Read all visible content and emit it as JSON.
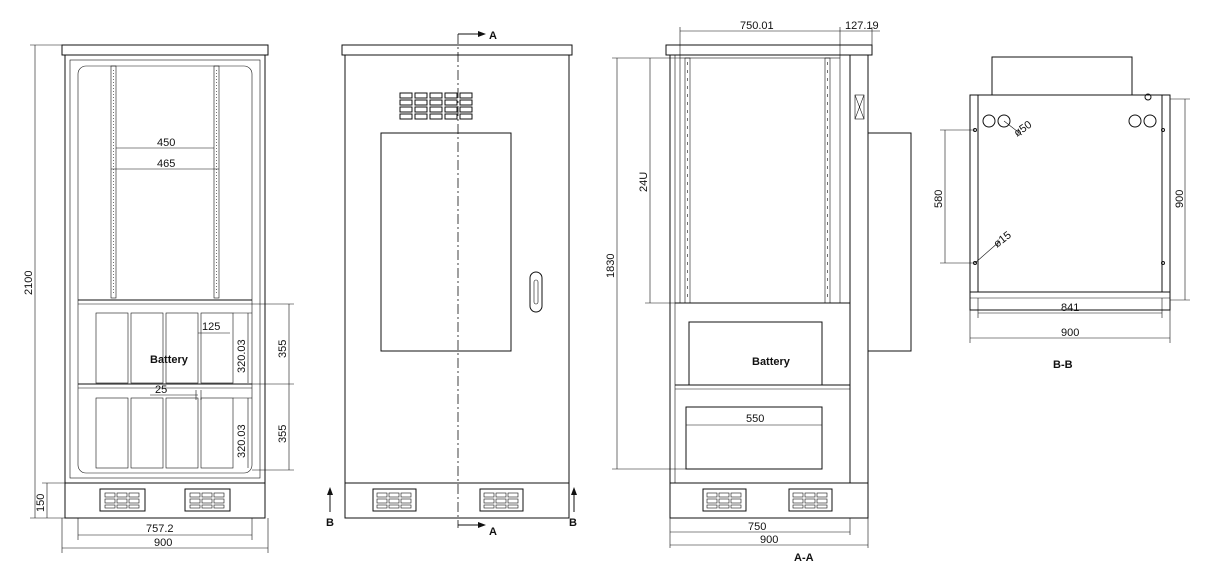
{
  "front_view": {
    "overall_height": "2100",
    "plinth_height": "150",
    "rail_spacing_inner": "450",
    "rail_spacing_outer": "465",
    "shelf_height_upper": "355",
    "shelf_height_lower": "355",
    "battery_height_upper": "320.03",
    "battery_height_lower": "320.03",
    "battery_width": "125",
    "battery_gap": "25",
    "battery_label": "Battery",
    "inner_width": "757.2",
    "overall_width": "900"
  },
  "door_view": {
    "section_mark_a_top": "A",
    "section_mark_a_bottom": "A",
    "section_mark_b_left": "B",
    "section_mark_b_right": "B"
  },
  "section_aa": {
    "title": "A-A",
    "top_width": "750.01",
    "side_offset": "127.19",
    "rack_height": "24U",
    "inner_height": "1830",
    "battery_label": "Battery",
    "drawer_width": "550",
    "inner_width": "750",
    "overall_width": "900"
  },
  "section_bb": {
    "title": "B-B",
    "hole_large": "ø50",
    "hole_small": "ø15",
    "hole_spacing_vertical": "580",
    "depth": "900",
    "hole_spacing_horizontal": "841",
    "overall_width": "900"
  }
}
